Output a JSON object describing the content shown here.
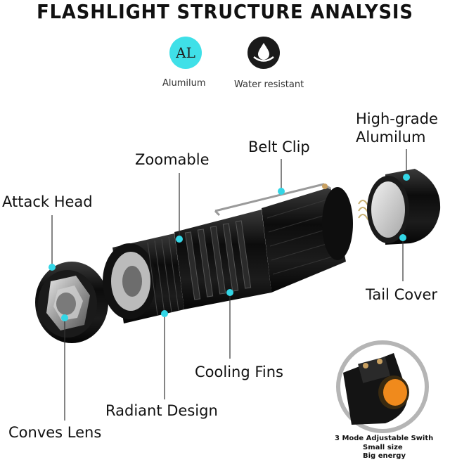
{
  "header": {
    "title": "FLASHLIGHT STRUCTURE ANALYSIS"
  },
  "badges": {
    "al_symbol": "AL",
    "al_caption": "Alumilum",
    "water_caption": "Water resistant",
    "al_color": "#3fe0e8"
  },
  "callouts": {
    "attack_head": "Attack Head",
    "zoomable": "Zoomable",
    "belt_clip": "Belt Clip",
    "high_grade_line1": "High-grade",
    "high_grade_line2": "Alumilum",
    "tail_cover": "Tail Cover",
    "cooling_fins": "Cooling Fins",
    "radiant_design": "Radiant Design",
    "conves_lens": "Conves Lens"
  },
  "inset": {
    "line1": "3 Mode Adjustable Swith",
    "line2": "Small size",
    "line3": "Big energy"
  },
  "colors": {
    "dot": "#33d6e6",
    "leader": "#333333",
    "switch": "#f08a1c"
  }
}
